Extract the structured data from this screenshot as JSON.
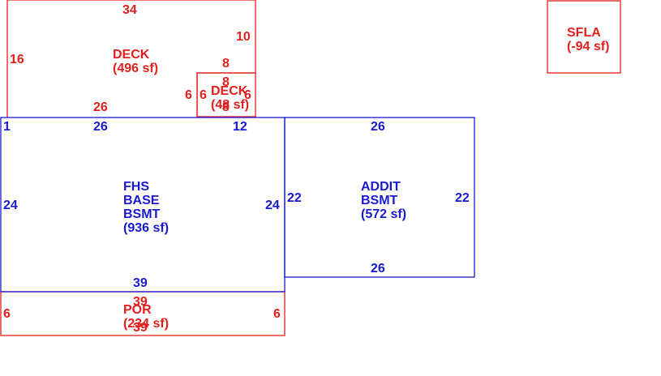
{
  "colors": {
    "exterior": "#e0201e",
    "living": "#1a1acc"
  },
  "areas": {
    "deck_large": {
      "name": "DECK",
      "area": "(496 sf)",
      "dims": {
        "top": "34",
        "left": "16",
        "right_upper": "10",
        "bottom_left": "26"
      }
    },
    "deck_small": {
      "name": "DECK",
      "area": "(48 sf)",
      "dims": {
        "top": "8",
        "top_inner": "8",
        "left_outer": "6",
        "left_inner": "6",
        "right": "6",
        "bottom": "8"
      }
    },
    "sfla": {
      "name": "SFLA",
      "area": "(-94 sf)"
    },
    "fhs_base": {
      "line1": "FHS",
      "line2": "BASE",
      "line3": "BSMT",
      "area": "(936 sf)",
      "dims": {
        "top_left": "1",
        "top_mid": "26",
        "top_right": "12",
        "left": "24",
        "right": "24",
        "bottom": "39"
      }
    },
    "addit": {
      "line1": "ADDIT",
      "line2": "BSMT",
      "area": "(572 sf)",
      "dims": {
        "top": "26",
        "left": "22",
        "right": "22",
        "bottom": "26"
      }
    },
    "por": {
      "name": "POR",
      "area": "(234 sf)",
      "dims": {
        "top": "39",
        "bottom": "39",
        "left": "6",
        "right": "6"
      }
    }
  }
}
